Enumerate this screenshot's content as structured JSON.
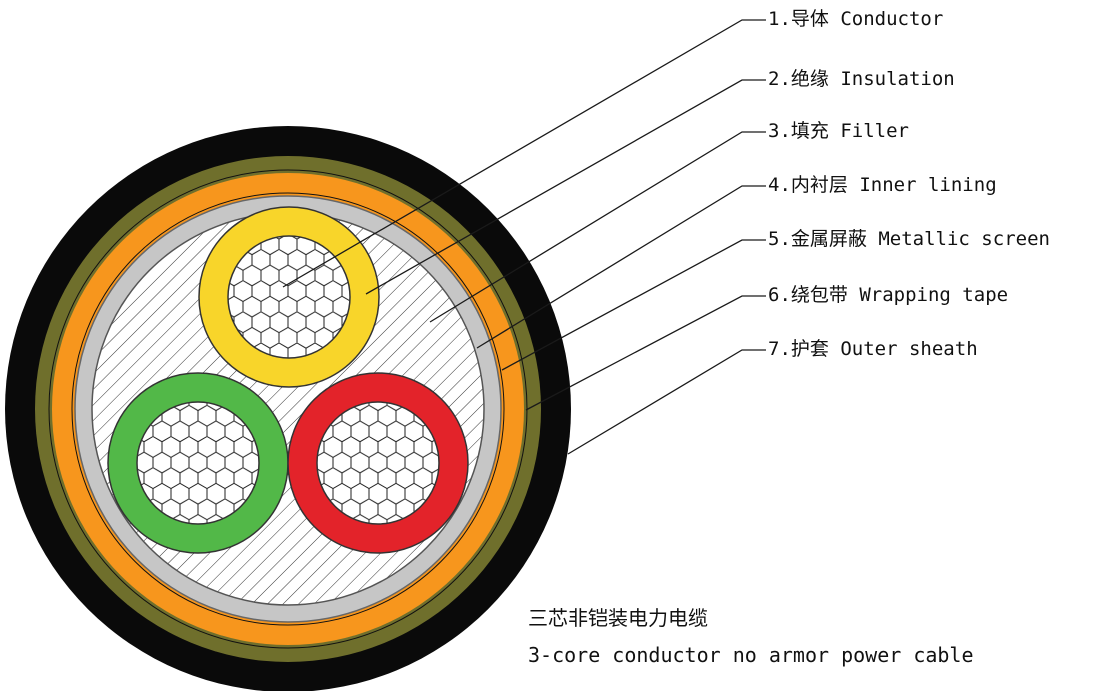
{
  "diagram": {
    "labels": [
      {
        "num": "1.",
        "zh": "导体",
        "en": "Conductor"
      },
      {
        "num": "2.",
        "zh": "绝缘",
        "en": "Insulation"
      },
      {
        "num": "3.",
        "zh": "填充",
        "en": "Filler"
      },
      {
        "num": "4.",
        "zh": "内衬层",
        "en": "Inner lining"
      },
      {
        "num": "5.",
        "zh": "金属屏蔽",
        "en": "Metallic screen"
      },
      {
        "num": "6.",
        "zh": "绕包带",
        "en": "Wrapping tape"
      },
      {
        "num": "7.",
        "zh": "护套",
        "en": "Outer sheath"
      }
    ],
    "caption_zh": "三芯非铠装电力电缆",
    "caption_en": "3-core conductor no armor power cable",
    "colors": {
      "outer_sheath": "#0a0a0a",
      "wrapping_tape": "#6f6f2c",
      "metallic_screen": "#f7961d",
      "inner_lining": "#c6c6c6",
      "core_yellow": "#f8d52a",
      "core_green": "#52b848",
      "core_red": "#e3232a"
    }
  }
}
